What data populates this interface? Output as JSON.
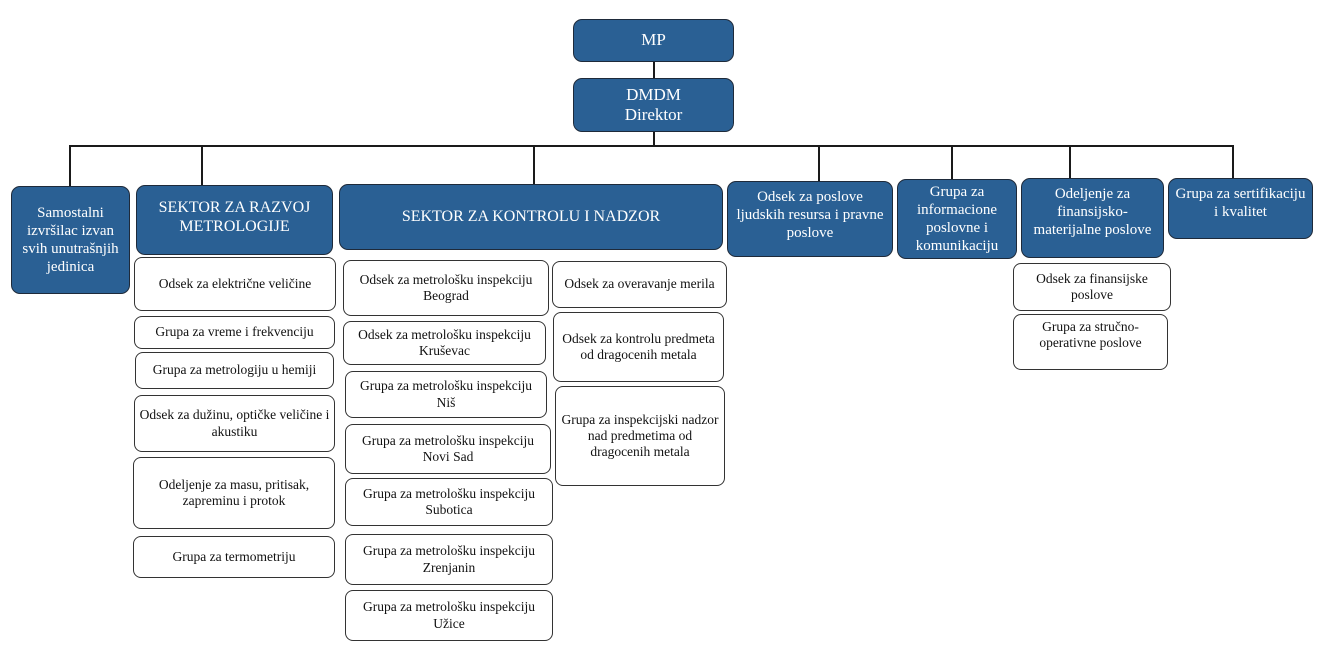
{
  "title": "Organizaciona šema DMDM",
  "colors": {
    "unit_fill": "#2a6094",
    "unit_text": "#ffffff",
    "sub_fill": "#ffffff",
    "connector": "#1a1a1a"
  },
  "top": {
    "mp": "MP",
    "director": "DMDM\nDirektor"
  },
  "units": [
    {
      "label": "Samostalni izvršilac izvan svih unutrašnjih jedinica",
      "children": []
    },
    {
      "label": "SEKTOR ZA RAZVOJ METROLOGIJE",
      "children": [
        "Odsek za električne veličine",
        "Grupa za vreme i frekvenciju",
        "Grupa za metrologiju u hemiji",
        "Odsek za dužinu, optičke veličine i akustiku",
        "Odeljenje za masu, pritisak, zapreminu i protok",
        "Grupa za termometriju"
      ]
    },
    {
      "label": "SEKTOR ZA KONTROLU I NADZOR",
      "children_left": [
        "Odsek za metrološku inspekciju Beograd",
        "Odsek za metrološku inspekciju Kruševac",
        "Grupa za metrološku inspekciju Niš",
        "Grupa za metrološku inspekciju Novi Sad",
        "Grupa za metrološku inspekciju Subotica",
        "Grupa za metrološku inspekciju Zrenjanin",
        "Grupa za metrološku inspekciju Užice"
      ],
      "children_right": [
        "Odsek za overavanje merila",
        "Odsek za kontrolu predmeta od dragocenih metala",
        "Grupa za inspekcijski nadzor nad predmetima od dragocenih metala"
      ]
    },
    {
      "label": "Odsek za poslove ljudskih resursa i pravne poslove",
      "children": []
    },
    {
      "label": "Grupa za informacione poslovne i komunikaciju",
      "children": []
    },
    {
      "label": "Odeljenje za finansijsko-materijalne poslove",
      "children": [
        "Odsek za finansijske poslove",
        "Grupa za stručno-operativne poslove"
      ]
    },
    {
      "label": "Grupa za sertifikaciju i kvalitet",
      "children": []
    }
  ]
}
